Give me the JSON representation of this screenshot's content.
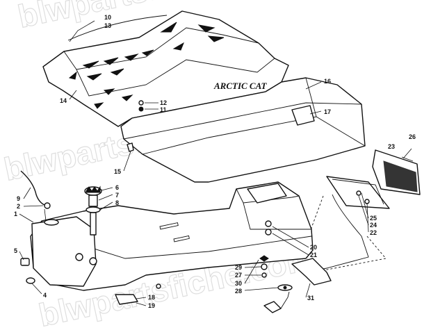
{
  "watermark": "blwpartsfiche.com",
  "brand_text": "ARCTIC CAT",
  "callouts": [
    {
      "id": "c1",
      "text": "1"
    },
    {
      "id": "c2",
      "text": "2"
    },
    {
      "id": "c4",
      "text": "4"
    },
    {
      "id": "c5",
      "text": "5"
    },
    {
      "id": "c6",
      "text": "6"
    },
    {
      "id": "c7",
      "text": "7"
    },
    {
      "id": "c8",
      "text": "8"
    },
    {
      "id": "c9",
      "text": "9"
    },
    {
      "id": "c10",
      "text": "10"
    },
    {
      "id": "c11",
      "text": "11"
    },
    {
      "id": "c12",
      "text": "12"
    },
    {
      "id": "c13",
      "text": "13"
    },
    {
      "id": "c14",
      "text": "14"
    },
    {
      "id": "c15",
      "text": "15"
    },
    {
      "id": "c16",
      "text": "16"
    },
    {
      "id": "c17",
      "text": "17"
    },
    {
      "id": "c18",
      "text": "18"
    },
    {
      "id": "c19",
      "text": "19"
    },
    {
      "id": "c20",
      "text": "20"
    },
    {
      "id": "c21",
      "text": "21"
    },
    {
      "id": "c22",
      "text": "22"
    },
    {
      "id": "c23",
      "text": "23"
    },
    {
      "id": "c24",
      "text": "24"
    },
    {
      "id": "c25",
      "text": "25"
    },
    {
      "id": "c26",
      "text": "26"
    },
    {
      "id": "c27",
      "text": "27"
    },
    {
      "id": "c28",
      "text": "28"
    },
    {
      "id": "c29",
      "text": "29"
    },
    {
      "id": "c30",
      "text": "30"
    },
    {
      "id": "c31",
      "text": "31"
    }
  ]
}
